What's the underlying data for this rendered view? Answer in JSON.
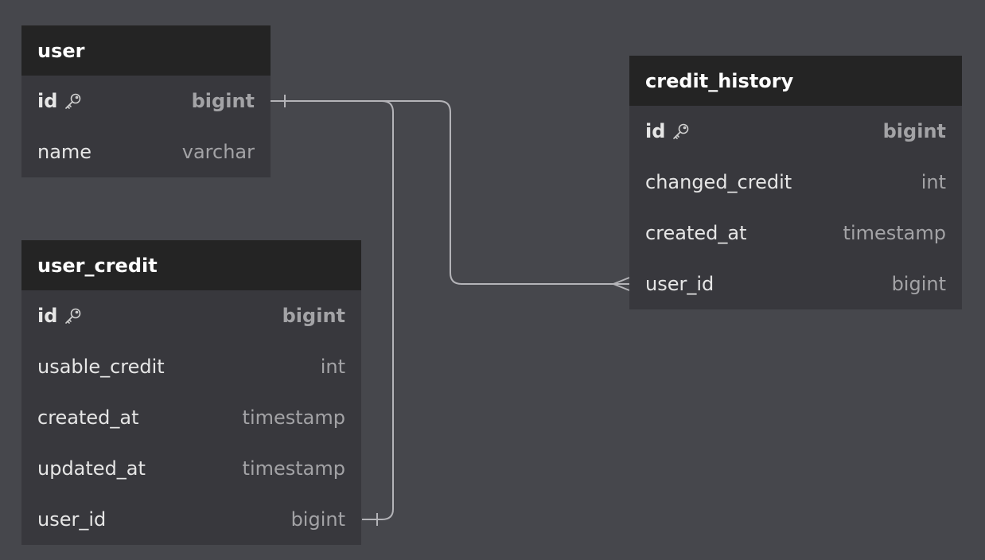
{
  "colors": {
    "canvas": "#46474c",
    "table_header": "#242424",
    "table_body": "#38383d",
    "column_name": "#e6e6e6",
    "column_type": "#a3a3a6",
    "connector": "#b4b4b8"
  },
  "tables": {
    "user": {
      "name": "user",
      "columns": [
        {
          "name": "id",
          "type": "bigint",
          "pk": true,
          "icon": "key-icon"
        },
        {
          "name": "name",
          "type": "varchar",
          "pk": false
        }
      ]
    },
    "user_credit": {
      "name": "user_credit",
      "columns": [
        {
          "name": "id",
          "type": "bigint",
          "pk": true,
          "icon": "key-icon"
        },
        {
          "name": "usable_credit",
          "type": "int",
          "pk": false
        },
        {
          "name": "created_at",
          "type": "timestamp",
          "pk": false
        },
        {
          "name": "updated_at",
          "type": "timestamp",
          "pk": false
        },
        {
          "name": "user_id",
          "type": "bigint",
          "pk": false
        }
      ]
    },
    "credit_history": {
      "name": "credit_history",
      "columns": [
        {
          "name": "id",
          "type": "bigint",
          "pk": true,
          "icon": "key-icon"
        },
        {
          "name": "changed_credit",
          "type": "int",
          "pk": false
        },
        {
          "name": "created_at",
          "type": "timestamp",
          "pk": false
        },
        {
          "name": "user_id",
          "type": "bigint",
          "pk": false
        }
      ]
    }
  },
  "relationships": [
    {
      "from": "user.id",
      "to": "user_credit.user_id",
      "cardinality": "one-to-one"
    },
    {
      "from": "user.id",
      "to": "credit_history.user_id",
      "cardinality": "one-to-many"
    }
  ]
}
